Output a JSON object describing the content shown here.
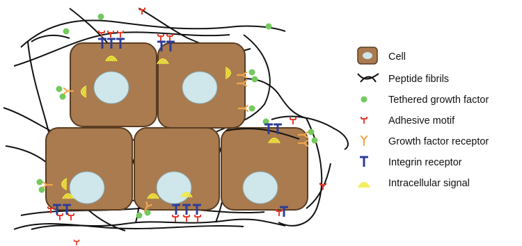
{
  "legend": {
    "items": [
      {
        "key": "cell",
        "label": "Cell"
      },
      {
        "key": "fibrils",
        "label": "Peptide fibrils"
      },
      {
        "key": "growth_factor",
        "label": "Tethered growth factor"
      },
      {
        "key": "adhesive",
        "label": "Adhesive motif"
      },
      {
        "key": "gf_receptor",
        "label": "Growth factor receptor"
      },
      {
        "key": "integrin",
        "label": "Integrin receptor"
      },
      {
        "key": "signal",
        "label": "Intracellular signal"
      }
    ]
  },
  "colors": {
    "cell_fill": "#a97b4f",
    "cell_stroke": "#5a3c22",
    "nucleus": "#cfe6ea",
    "fibril": "#111111",
    "growth_factor": "#74c95e",
    "adhesive": "#e53d2c",
    "gf_receptor": "#f0a84e",
    "integrin": "#2c3c9a",
    "signal": "#f2ea3c"
  }
}
